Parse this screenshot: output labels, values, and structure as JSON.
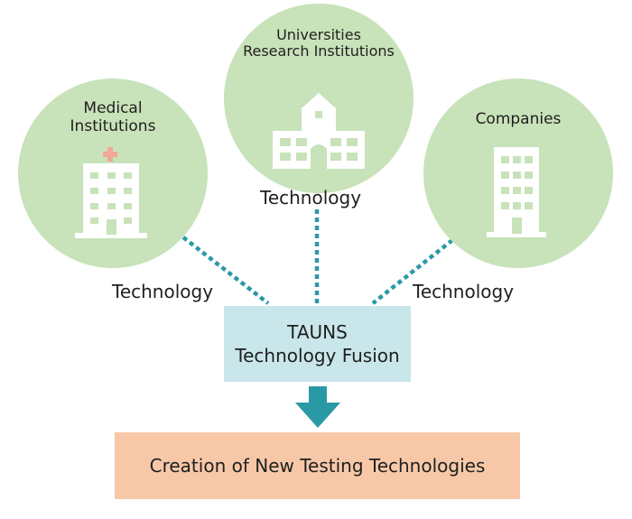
{
  "colors": {
    "circle_fill": "#c8e2b9",
    "connector": "#2a99a6",
    "fusion_box": "#c9e6ea",
    "result_box": "#f7c8a8",
    "building": "#ffffff",
    "cross": "#f2a896"
  },
  "nodes": {
    "medical": {
      "line1": "Medical",
      "line2": "Institutions",
      "icon": "hospital-building-icon"
    },
    "universities": {
      "line1": "Universities",
      "line2": "Research Institutions",
      "icon": "university-building-icon"
    },
    "companies": {
      "line1": "Companies",
      "icon": "office-building-icon"
    }
  },
  "connectors": {
    "left_label": "Technology",
    "center_label": "Technology",
    "right_label": "Technology"
  },
  "fusion": {
    "line1": "TAUNS",
    "line2": "Technology Fusion"
  },
  "arrow": {
    "icon": "arrow-down-icon"
  },
  "result": {
    "label": "Creation of New Testing Technologies"
  }
}
